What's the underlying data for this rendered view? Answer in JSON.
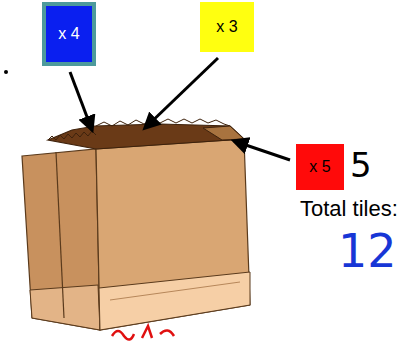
{
  "diagram": {
    "nodes": [
      {
        "text": [
          "x 4"
        ]
      },
      {
        "text": [
          "x 3"
        ]
      },
      {
        "text": [
          "x 5"
        ]
      }
    ],
    "labels": [
      "5",
      "Total tiles:",
      "12"
    ]
  }
}
